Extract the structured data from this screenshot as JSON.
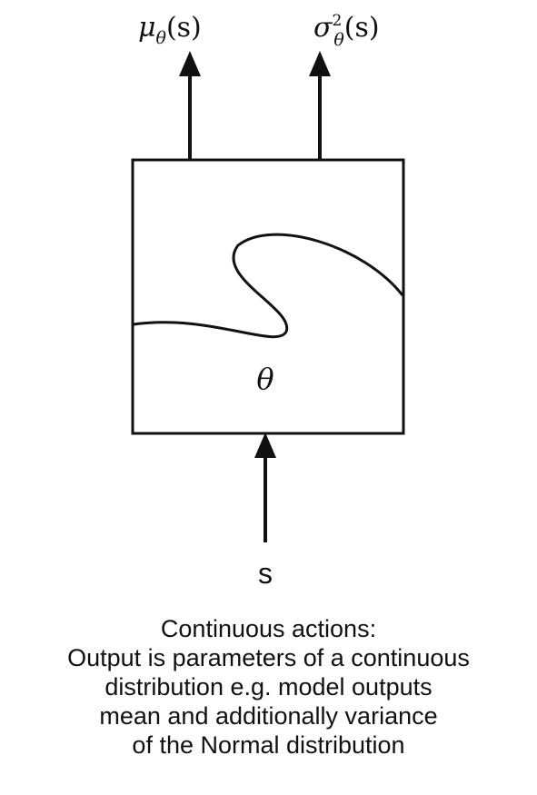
{
  "outputs": {
    "mean_label": {
      "base": "μ",
      "sub": "θ",
      "arg": "(s)"
    },
    "variance_label": {
      "base": "σ",
      "sup": "2",
      "sub": "θ",
      "arg": "(s)"
    }
  },
  "model": {
    "param_label": "θ"
  },
  "input": {
    "label": "s"
  },
  "caption": {
    "lines": [
      "Continuous actions:",
      "Output is parameters of a continuous",
      "distribution e.g. model outputs",
      "mean and additionally variance",
      "of the Normal distribution"
    ]
  },
  "colors": {
    "stroke": "#111111",
    "background": "#ffffff"
  }
}
